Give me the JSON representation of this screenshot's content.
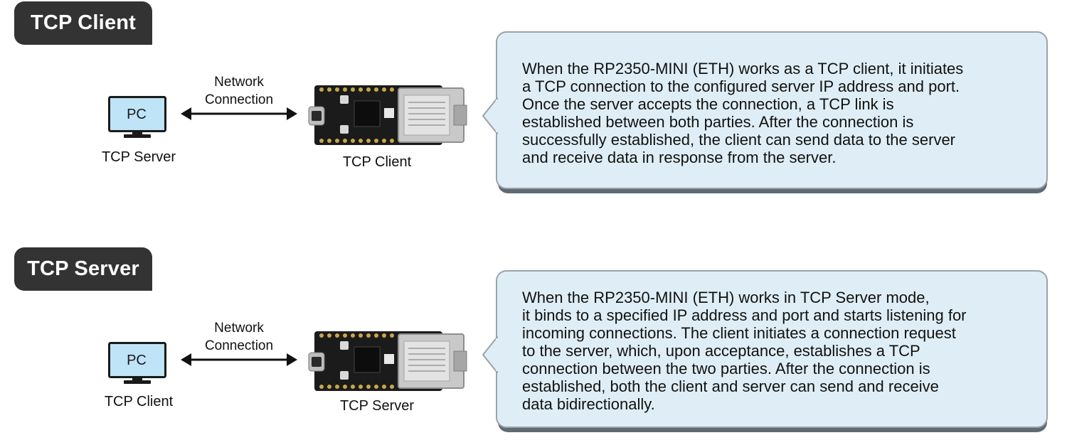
{
  "sections": [
    {
      "tag": "TCP Client",
      "pc_screen_label": "PC",
      "left_role": "TCP Server",
      "connection_label": [
        "Network",
        "Connection"
      ],
      "right_role": "TCP Client",
      "description_lines": [
        "When the RP2350-MINI (ETH) works as a TCP client, it initiates",
        "a TCP connection to the configured server IP address and port.",
        "Once the server accepts the connection, a TCP link is",
        "established between both parties. After the connection is",
        "successfully established, the client can send data to the server",
        "and receive data in response from the server."
      ]
    },
    {
      "tag": "TCP Server",
      "pc_screen_label": "PC",
      "left_role": "TCP Client",
      "connection_label": [
        "Network",
        "Connection"
      ],
      "right_role": "TCP Server",
      "description_lines": [
        "When the RP2350-MINI (ETH) works in TCP Server mode,",
        "it binds to a specified IP address and port and starts listening for",
        "incoming connections. The client initiates a connection request",
        "to the server, which, upon acceptance, establishes a TCP",
        "connection between the two parties. After the connection is",
        "established, both the client and server can send and receive",
        "data bidirectionally."
      ]
    }
  ],
  "colors": {
    "tag_bg": "#333333",
    "bubble_fill": "#dfeef6",
    "bubble_border": "#9aa3aa",
    "bubble_shadow": "#5f6a73",
    "monitor_screen": "#bfe3f7",
    "board_pcb": "#1b1b1b",
    "rj45_metal": "#c9c9c9"
  }
}
